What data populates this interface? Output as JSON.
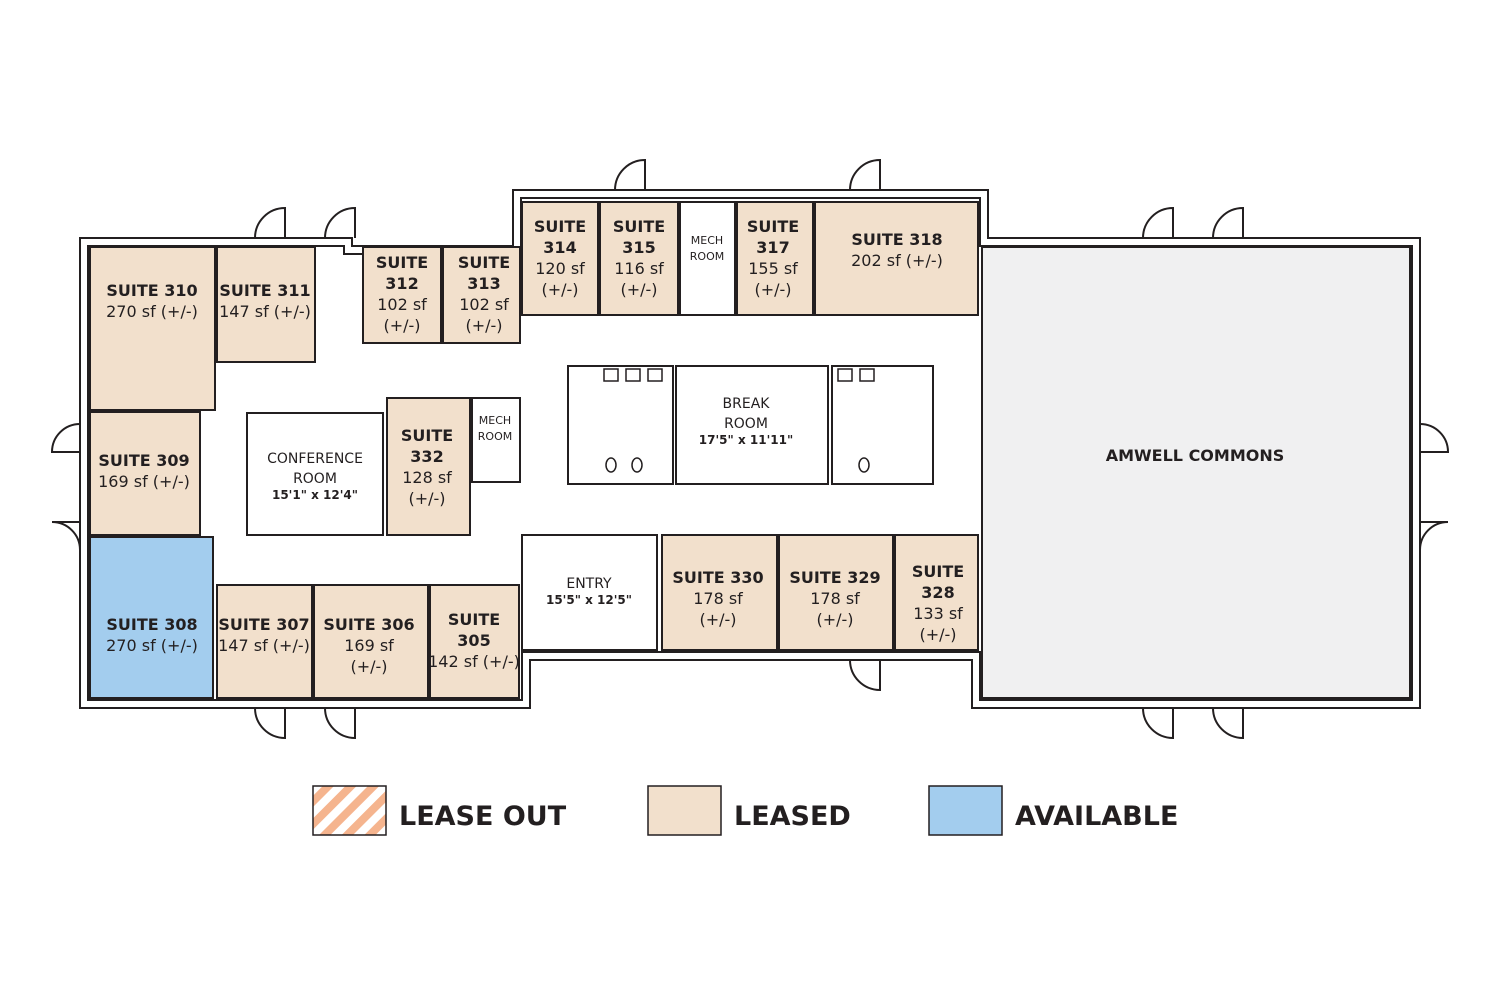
{
  "colors": {
    "leased": "#f2e0cc",
    "available": "#a3cdee",
    "lease_out": "#f5b48e",
    "common": "#f0f0f1",
    "wall": "#231f20"
  },
  "suites": [
    {
      "id": "310",
      "name": [
        "SUITE 310"
      ],
      "area": [
        "270 sf (+/-)"
      ],
      "status": "leased"
    },
    {
      "id": "311",
      "name": [
        "SUITE 311"
      ],
      "area": [
        "147 sf (+/-)"
      ],
      "status": "leased"
    },
    {
      "id": "312",
      "name": [
        "SUITE",
        "312"
      ],
      "area": [
        "102 sf",
        "(+/-)"
      ],
      "status": "leased"
    },
    {
      "id": "313",
      "name": [
        "SUITE",
        "313"
      ],
      "area": [
        "102 sf",
        "(+/-)"
      ],
      "status": "leased"
    },
    {
      "id": "314",
      "name": [
        "SUITE",
        "314"
      ],
      "area": [
        "120 sf",
        "(+/-)"
      ],
      "status": "leased"
    },
    {
      "id": "315",
      "name": [
        "SUITE",
        "315"
      ],
      "area": [
        "116 sf",
        "(+/-)"
      ],
      "status": "leased"
    },
    {
      "id": "317",
      "name": [
        "SUITE",
        "317"
      ],
      "area": [
        "155 sf",
        "(+/-)"
      ],
      "status": "leased"
    },
    {
      "id": "318",
      "name": [
        "SUITE 318"
      ],
      "area": [
        "202 sf (+/-)"
      ],
      "status": "leased"
    },
    {
      "id": "309",
      "name": [
        "SUITE 309"
      ],
      "area": [
        "169 sf (+/-)"
      ],
      "status": "leased"
    },
    {
      "id": "308",
      "name": [
        "SUITE 308"
      ],
      "area": [
        "270 sf (+/-)"
      ],
      "status": "available"
    },
    {
      "id": "307",
      "name": [
        "SUITE 307"
      ],
      "area": [
        "147 sf (+/-)"
      ],
      "status": "leased"
    },
    {
      "id": "306",
      "name": [
        "SUITE 306"
      ],
      "area": [
        "169 sf",
        "(+/-)"
      ],
      "status": "leased"
    },
    {
      "id": "305",
      "name": [
        "SUITE",
        "305"
      ],
      "area": [
        "142 sf (+/-)"
      ],
      "status": "leased"
    },
    {
      "id": "332",
      "name": [
        "SUITE",
        "332"
      ],
      "area": [
        "128 sf",
        "(+/-)"
      ],
      "status": "leased"
    },
    {
      "id": "330",
      "name": [
        "SUITE 330"
      ],
      "area": [
        "178 sf",
        "(+/-)"
      ],
      "status": "leased"
    },
    {
      "id": "329",
      "name": [
        "SUITE 329"
      ],
      "area": [
        "178 sf",
        "(+/-)"
      ],
      "status": "leased"
    },
    {
      "id": "328",
      "name": [
        "SUITE",
        "328"
      ],
      "area": [
        "133 sf",
        "(+/-)"
      ],
      "status": "leased"
    }
  ],
  "spaces": [
    {
      "id": "mech-top",
      "name": [
        "MECH",
        "ROOM"
      ],
      "dims": ""
    },
    {
      "id": "mech-mid",
      "name": [
        "MECH",
        "ROOM"
      ],
      "dims": ""
    },
    {
      "id": "conference",
      "name": [
        "CONFERENCE",
        "ROOM"
      ],
      "dims": "15'1\" x 12'4\""
    },
    {
      "id": "break",
      "name": [
        "BREAK",
        "ROOM"
      ],
      "dims": "17'5\" x 11'11\""
    },
    {
      "id": "entry",
      "name": [
        "ENTRY"
      ],
      "dims": "15'5\" x 12'5\""
    },
    {
      "id": "commons",
      "name": [
        "AMWELL COMMONS"
      ],
      "dims": ""
    }
  ],
  "legend": [
    {
      "label": "LEASE OUT",
      "status": "lease_out"
    },
    {
      "label": "LEASED",
      "status": "leased"
    },
    {
      "label": "AVAILABLE",
      "status": "available"
    }
  ]
}
